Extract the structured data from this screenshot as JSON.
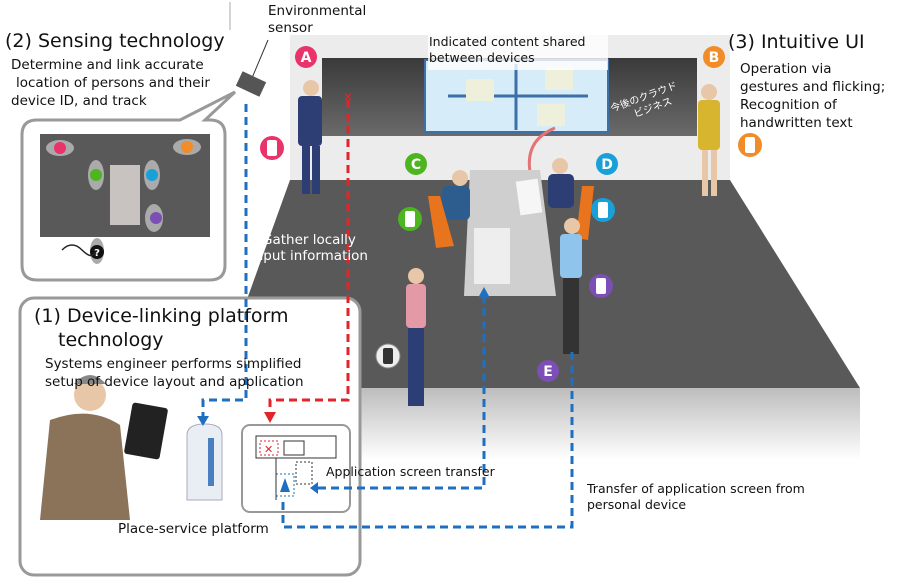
{
  "labels": {
    "environmental_sensor": [
      "Environmental",
      "sensor"
    ],
    "sensing_title": "(2) Sensing technology",
    "sensing_desc": [
      "Determine and link accurate",
      "location of persons and their",
      "device ID, and track"
    ],
    "shared_content": [
      "Indicated content shared",
      "between devices"
    ],
    "intuitive_title": "(3) Intuitive UI",
    "intuitive_desc": [
      "Operation via",
      "gestures and flicking;",
      "Recognition of",
      "handwritten text"
    ],
    "gather": [
      "Gather locally",
      "input information"
    ],
    "platform_title": [
      "(1) Device-linking platform",
      "technology"
    ],
    "platform_desc": [
      "Systems engineer performs simplified",
      "setup of device layout and application"
    ],
    "app_transfer": "Application screen transfer",
    "personal_transfer": [
      "Transfer of application screen from",
      "personal device"
    ],
    "place_service": "Place-service platform",
    "board_writing": [
      "今後のクラウド",
      "ビジネス"
    ],
    "unknown_marker": "?"
  },
  "markers": [
    {
      "id": "A",
      "color": "#e8336b"
    },
    {
      "id": "B",
      "color": "#f28c28"
    },
    {
      "id": "C",
      "color": "#4cb51f"
    },
    {
      "id": "D",
      "color": "#1aa0d8"
    },
    {
      "id": "E",
      "color": "#7b4fb3"
    }
  ],
  "colors": {
    "blue_line": "#1e6fbf",
    "red_line": "#e0262b",
    "floor": "#595959",
    "wall": "#ececec",
    "screen": "#d6ecf8"
  }
}
